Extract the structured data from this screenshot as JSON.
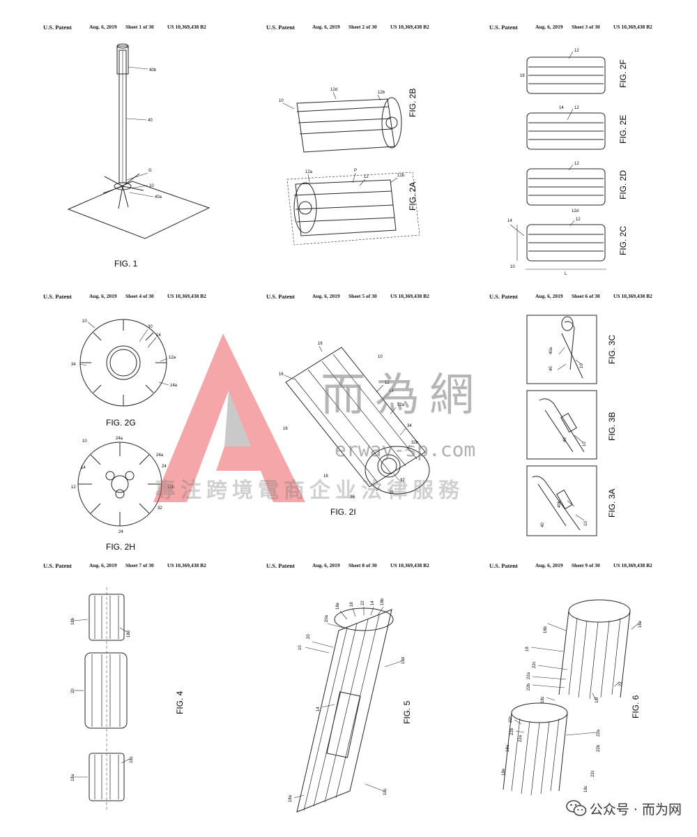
{
  "sheets": [
    {
      "patent": "U.S. Patent",
      "date": "Aug. 6, 2019",
      "sheet": "Sheet 1 of 30",
      "number": "US 10,369,438 B2",
      "figures": [
        "FIG. 1"
      ],
      "refs": [
        "40b",
        "40",
        "G",
        "10",
        "40a"
      ]
    },
    {
      "patent": "U.S. Patent",
      "date": "Aug. 6, 2019",
      "sheet": "Sheet 2 of 30",
      "number": "US 10,369,438 B2",
      "figures": [
        "FIG. 2B",
        "FIG. 2A"
      ],
      "refs": [
        "10",
        "12d",
        "12b",
        "12a",
        "P",
        "12",
        "12b"
      ]
    },
    {
      "patent": "U.S. Patent",
      "date": "Aug. 6, 2019",
      "sheet": "Sheet 3 of 30",
      "number": "US 10,369,438 B2",
      "figures": [
        "FIG. 2F",
        "FIG. 2E",
        "FIG. 2D",
        "FIG. 2C"
      ],
      "refs": [
        "12",
        "16",
        "14",
        "12",
        "12",
        "12d",
        "14",
        "12",
        "10",
        "L"
      ]
    },
    {
      "patent": "U.S. Patent",
      "date": "Aug. 6, 2019",
      "sheet": "Sheet 4 of 30",
      "number": "US 10,369,438 B2",
      "figures": [
        "FIG. 2G",
        "FIG. 2H"
      ],
      "refs": [
        "10",
        "30",
        "14",
        "12a",
        "34",
        "14a",
        "10",
        "24a",
        "24a",
        "24",
        "14",
        "12",
        "12b",
        "32",
        "24"
      ]
    },
    {
      "patent": "U.S. Patent",
      "date": "Aug. 6, 2019",
      "sheet": "Sheet 5 of 30",
      "number": "US 10,369,438 B2",
      "figures": [
        "FIG. 2I"
      ],
      "refs": [
        "10",
        "16",
        "16",
        "12",
        "14",
        "12a",
        "34",
        "32b",
        "32",
        "38",
        "36",
        "16",
        "16"
      ]
    },
    {
      "patent": "U.S. Patent",
      "date": "Aug. 6, 2019",
      "sheet": "Sheet 6 of 30",
      "number": "US 10,369,438 B2",
      "figures": [
        "FIG. 3C",
        "FIG. 3B",
        "FIG. 3A"
      ],
      "refs": [
        "40a",
        "40",
        "10",
        "40",
        "10",
        "40b",
        "40",
        "10"
      ]
    },
    {
      "patent": "U.S. Patent",
      "date": "Aug. 6, 2019",
      "sheet": "Sheet 7 of 30",
      "number": "US 10,369,438 B2",
      "figures": [
        "FIG. 4"
      ],
      "refs": [
        "18b",
        "18d",
        "20",
        "18a",
        "18c"
      ]
    },
    {
      "patent": "U.S. Patent",
      "date": "Aug. 6, 2019",
      "sheet": "Sheet 8 of 30",
      "number": "US 10,369,438 B2",
      "figures": [
        "FIG. 5"
      ],
      "refs": [
        "10",
        "20",
        "20a",
        "18e",
        "18",
        "22",
        "14",
        "18b",
        "18d",
        "14",
        "18c",
        "18a"
      ]
    },
    {
      "patent": "U.S. Patent",
      "date": "Aug. 6, 2019",
      "sheet": "Sheet 9 of 30",
      "number": "US 10,369,438 B2",
      "figures": [
        "FIG. 6"
      ],
      "refs": [
        "18b",
        "18",
        "22c",
        "22a",
        "22b",
        "18c",
        "18e",
        "22",
        "18f",
        "22c",
        "22b",
        "22a",
        "18a",
        "18e",
        "22a",
        "22b",
        "22c",
        "18c"
      ]
    }
  ],
  "watermark": {
    "name": "而為網",
    "url": "erway-sp.com",
    "slogan": "專注跨境電商企业法律服務",
    "accent": "#e8393f"
  },
  "footer": {
    "wechat": "公众号 · 而为网",
    "icon": "wechat-icon"
  }
}
